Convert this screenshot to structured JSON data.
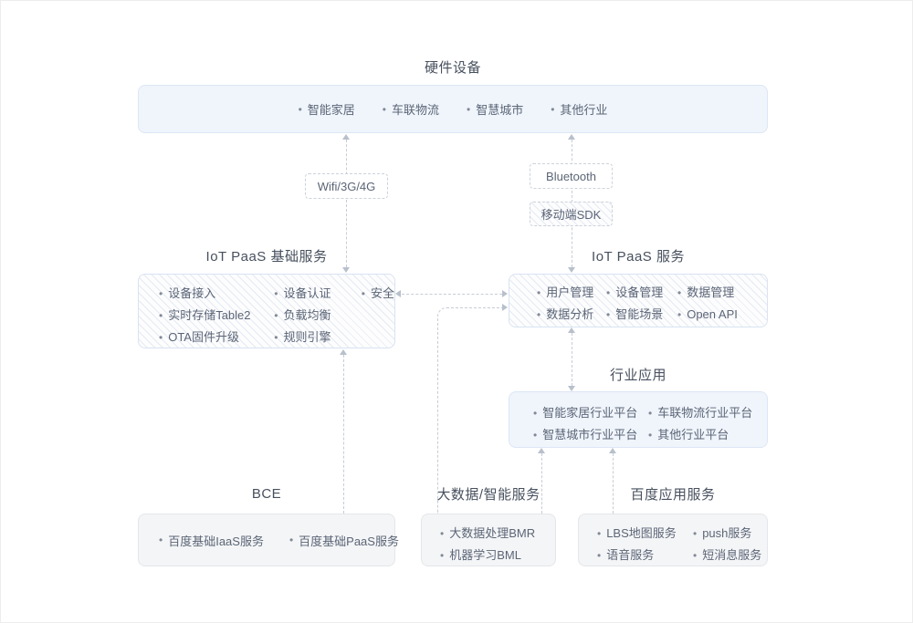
{
  "colors": {
    "panel_blue": "#f0f5fc",
    "panel_blue_border": "#dce6f4",
    "panel_gray": "#f4f5f7",
    "panel_gray_border": "#e4e6e9",
    "hatch_stripe": "#e4eaf3",
    "connector": "#c6ccd6",
    "title_text": "#47505e",
    "item_text": "#5b6576"
  },
  "hardware": {
    "title": "硬件设备",
    "items": [
      "智能家居",
      "车联物流",
      "智慧城市",
      "其他行业"
    ]
  },
  "connect_labels": {
    "wifi": "Wifi/3G/4G",
    "bluetooth": "Bluetooth",
    "mobile_sdk": "移动端SDK"
  },
  "paas_base": {
    "title": "IoT PaaS 基础服务",
    "col1": [
      "设备接入",
      "实时存储Table2",
      "OTA固件升级"
    ],
    "col2": [
      "设备认证",
      "负载均衡",
      "规则引擎"
    ],
    "col3": [
      "安全"
    ]
  },
  "paas_svc": {
    "title": "IoT PaaS 服务",
    "col1": [
      "用户管理",
      "数据分析"
    ],
    "col2": [
      "设备管理",
      "智能场景"
    ],
    "col3": [
      "数据管理",
      "Open API"
    ]
  },
  "industry": {
    "title": "行业应用",
    "col1": [
      "智能家居行业平台",
      "智慧城市行业平台"
    ],
    "col2": [
      "车联物流行业平台",
      "其他行业平台"
    ]
  },
  "bce": {
    "title": "BCE",
    "items": [
      "百度基础IaaS服务",
      "百度基础PaaS服务"
    ]
  },
  "bigdata": {
    "title": "大数据/智能服务",
    "items": [
      "大数据处理BMR",
      "机器学习BML"
    ]
  },
  "baidu_apps": {
    "title": "百度应用服务",
    "col1": [
      "LBS地图服务",
      "语音服务"
    ],
    "col2": [
      "push服务",
      "短消息服务"
    ]
  }
}
